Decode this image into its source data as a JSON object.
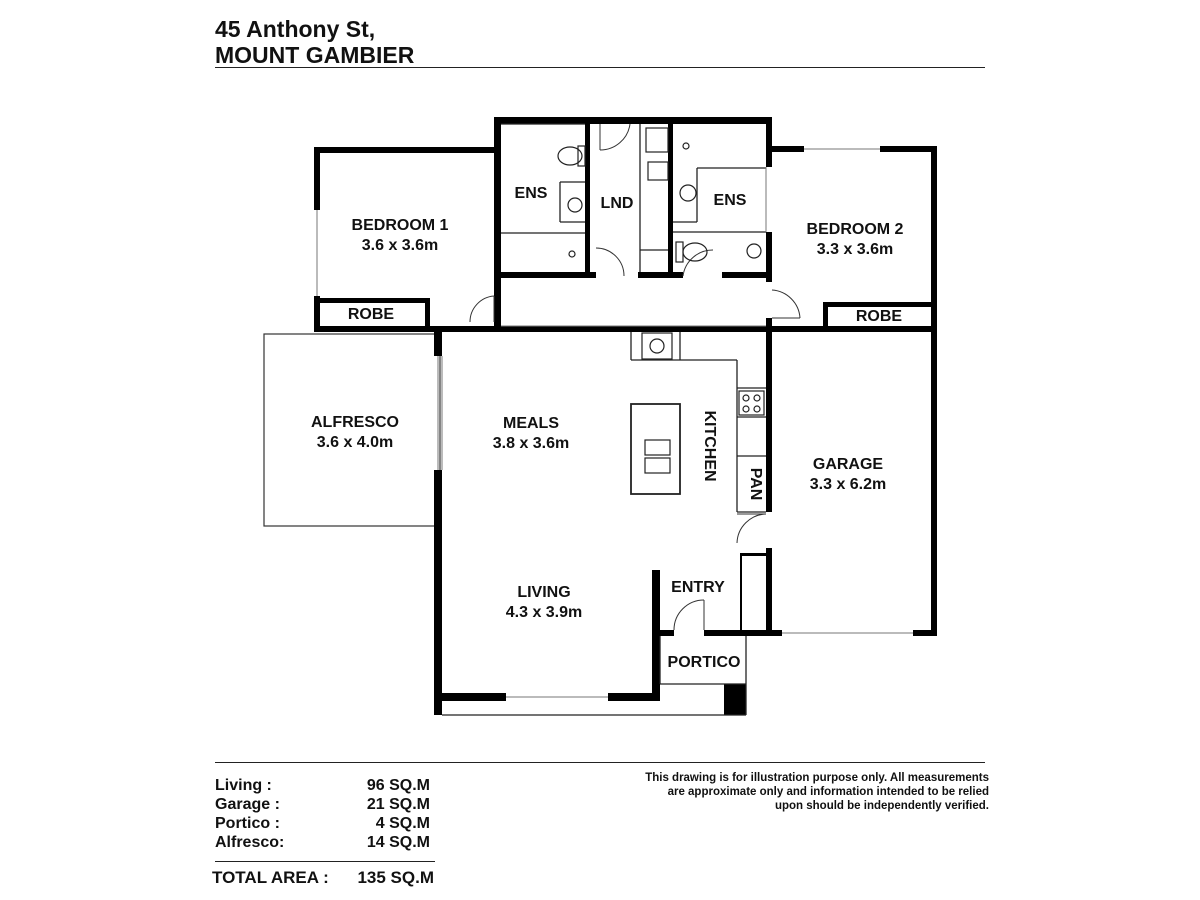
{
  "header": {
    "address_line1": "45 Anthony St,",
    "address_line2": "MOUNT GAMBIER"
  },
  "rooms": {
    "bedroom1": {
      "name": "BEDROOM 1",
      "size": "3.6 x 3.6m"
    },
    "bedroom2": {
      "name": "BEDROOM 2",
      "size": "3.3 x 3.6m"
    },
    "ens1": "ENS",
    "ens2": "ENS",
    "lnd": "LND",
    "robe1": "ROBE",
    "robe2": "ROBE",
    "alfresco": {
      "name": "ALFRESCO",
      "size": "3.6 x 4.0m"
    },
    "meals": {
      "name": "MEALS",
      "size": "3.8 x 3.6m"
    },
    "kitchen": "KITCHEN",
    "pan": "PAN",
    "garage": {
      "name": "GARAGE",
      "size": "3.3 x 6.2m"
    },
    "living": {
      "name": "LIVING",
      "size": "4.3 x 3.9m"
    },
    "entry": "ENTRY",
    "portico": "PORTICO"
  },
  "areas": [
    {
      "label": "Living :",
      "value": "96 SQ.M"
    },
    {
      "label": "Garage :",
      "value": "21 SQ.M"
    },
    {
      "label": "Portico :",
      "value": "4 SQ.M"
    },
    {
      "label": "Alfresco:",
      "value": "14 SQ.M"
    }
  ],
  "total": {
    "label": "TOTAL AREA :",
    "value": "135 SQ.M"
  },
  "disclaimer": {
    "line1": "This drawing is for illustration purpose only. All measurements",
    "line2": "are approximate only and information intended to be relied",
    "line3": "upon should be independently verified."
  }
}
